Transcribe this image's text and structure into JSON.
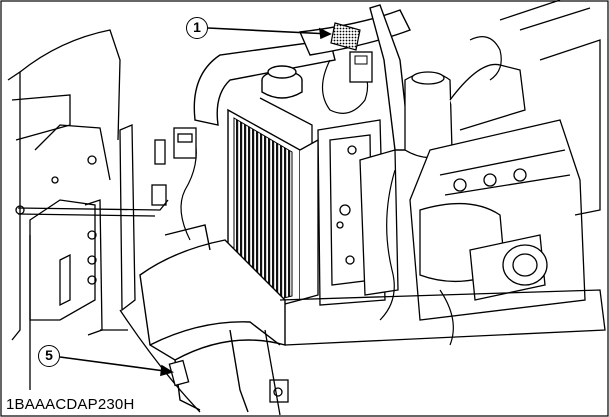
{
  "figure": {
    "code": "1BAAACDAP230H",
    "callouts": [
      {
        "number": "1"
      },
      {
        "number": "5"
      }
    ],
    "colors": {
      "line": "#000000",
      "background": "#ffffff",
      "shade": "#cfcfcf"
    }
  }
}
